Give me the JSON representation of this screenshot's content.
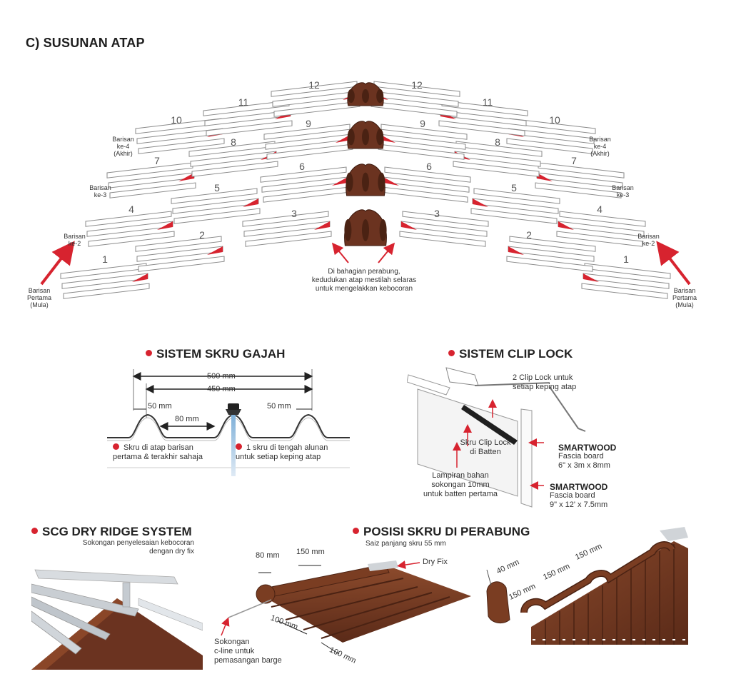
{
  "page": {
    "title": "C) SUSUNAN ATAP"
  },
  "roof_layout": {
    "tile_numbers_left": [
      "1",
      "2",
      "3",
      "4",
      "5",
      "6",
      "7",
      "8",
      "9",
      "10",
      "11",
      "12"
    ],
    "tile_numbers_right": [
      "1",
      "2",
      "3",
      "4",
      "5",
      "6",
      "7",
      "8",
      "9",
      "10",
      "11",
      "12"
    ],
    "row_labels_left": {
      "row1": "Barisan\nPertama\n(Mula)",
      "row2": "Barisan\nke-2",
      "row3": "Barisan\nke-3",
      "row4": "Barisan\nke-4\n(Akhir)"
    },
    "row_labels_right": {
      "row1": "Barisan\nPertama\n(Mula)",
      "row2": "Barisan\nke-2",
      "row3": "Barisan\nke-3",
      "row4": "Barisan\nke-4\n(Akhir)"
    },
    "ridge_note": "Di bahagian perabung,\nkedudukan atap mestilah selaras\nuntuk mengelakkan kebocoran",
    "colors": {
      "marker": "#d7232f",
      "ridge": "#6b3320"
    }
  },
  "skru_gajah": {
    "title": "SISTEM SKRU GAJAH",
    "dim_500": "500 mm",
    "dim_450": "450 mm",
    "dim_50_left": "50 mm",
    "dim_80": "80 mm",
    "dim_50_right": "50 mm",
    "note_left": "Skru di atap barisan\npertama & terakhir sahaja",
    "note_right": "1 skru di tengah alunan\nuntuk setiap keping atap"
  },
  "clip_lock": {
    "title": "SISTEM CLIP LOCK",
    "note_top": "2 Clip Lock untuk\nsetiap keping atap",
    "note_screw": "Skru Clip Lock\ndi Batten",
    "note_support": "Lampiran bahan\nsokongan 10mm\nuntuk batten pertama",
    "fascia1_brand": "SMARTWOOD",
    "fascia1_desc": "Fascia board\n6\" x 3m x 8mm",
    "fascia2_brand": "SMARTWOOD",
    "fascia2_desc": "Fascia board\n9\" x 12' x 7.5mm"
  },
  "dry_ridge": {
    "title": "SCG DRY RIDGE SYSTEM",
    "subtitle": "Sokongan penyelesaian kebocoran\ndengan dry fix"
  },
  "posisi_skru": {
    "title": "POSISI SKRU DI PERABUNG",
    "subtitle": "Saiz panjang skru 55 mm",
    "dim_80": "80 mm",
    "dim_150_top": "150 mm",
    "dry_fix": "Dry Fix",
    "dim_100_a": "100 mm",
    "dim_100_b": "100 mm",
    "barge_note": "Sokongan\nc-line untuk\npemasangan barge",
    "dim_40": "40 mm",
    "dim_150_a": "150 mm",
    "dim_150_b": "150 mm",
    "dim_150_c": "150 mm"
  }
}
